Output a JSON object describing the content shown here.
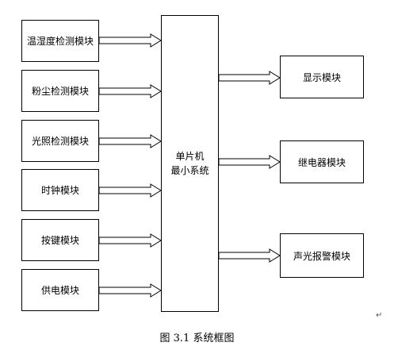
{
  "left_modules": [
    {
      "label": "温湿度检测模块"
    },
    {
      "label": "粉尘检测模块"
    },
    {
      "label": "光照检测模块"
    },
    {
      "label": "时钟模块"
    },
    {
      "label": "按键模块"
    },
    {
      "label": "供电模块"
    }
  ],
  "center": {
    "line1": "单片机",
    "line2": "最小系统"
  },
  "right_modules": [
    {
      "label": "显示模块"
    },
    {
      "label": "继电器模块"
    },
    {
      "label": "声光报警模块"
    }
  ],
  "caption": "图 3.1 系统框图",
  "paragraph_mark": "↵"
}
